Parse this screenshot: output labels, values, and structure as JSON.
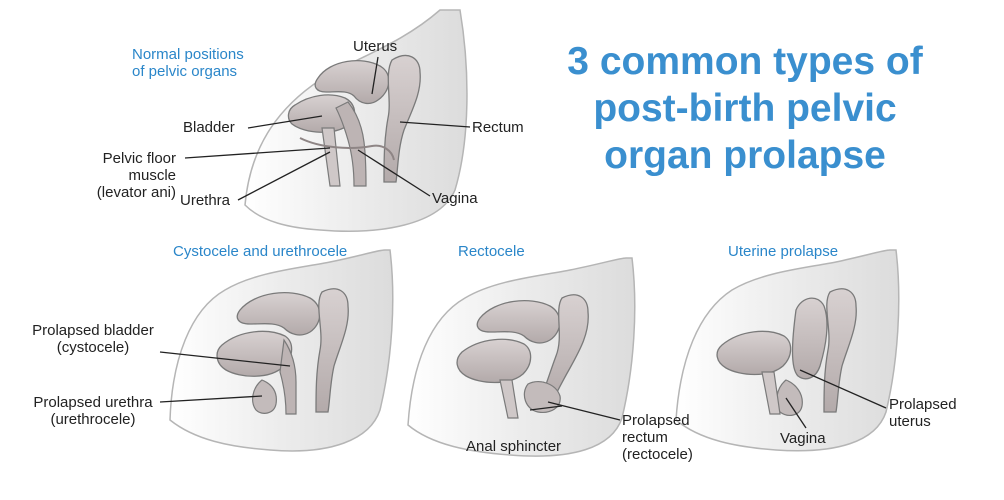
{
  "title": {
    "line1": "3 common types of",
    "line2": "post-birth pelvic",
    "line3": "organ prolapse"
  },
  "normal": {
    "caption_line1": "Normal positions",
    "caption_line2": "of pelvic organs",
    "labels": {
      "uterus": "Uterus",
      "bladder": "Bladder",
      "rectum": "Rectum",
      "pelvic_floor_line1": "Pelvic floor",
      "pelvic_floor_line2": "muscle",
      "pelvic_floor_line3": "(levator ani)",
      "urethra": "Urethra",
      "vagina": "Vagina"
    }
  },
  "cystocele": {
    "caption": "Cystocele and urethrocele",
    "labels": {
      "bladder_line1": "Prolapsed bladder",
      "bladder_line2": "(cystocele)",
      "urethra_line1": "Prolapsed urethra",
      "urethra_line2": "(urethrocele)"
    }
  },
  "rectocele": {
    "caption": "Rectocele",
    "labels": {
      "anal_sphincter": "Anal sphincter",
      "rectum_line1": "Prolapsed",
      "rectum_line2": "rectum",
      "rectum_line3": "(rectocele)"
    }
  },
  "uterine": {
    "caption": "Uterine prolapse",
    "labels": {
      "uterus_line1": "Prolapsed",
      "uterus_line2": "uterus",
      "vagina": "Vagina"
    }
  },
  "colors": {
    "title": "#3a8fcf",
    "caption": "#2a86c9",
    "body_fill": "#eeeeee",
    "organ_fill": "#c9c2c2",
    "organ_dark": "#8e8585",
    "outline": "#7a7a7a"
  }
}
